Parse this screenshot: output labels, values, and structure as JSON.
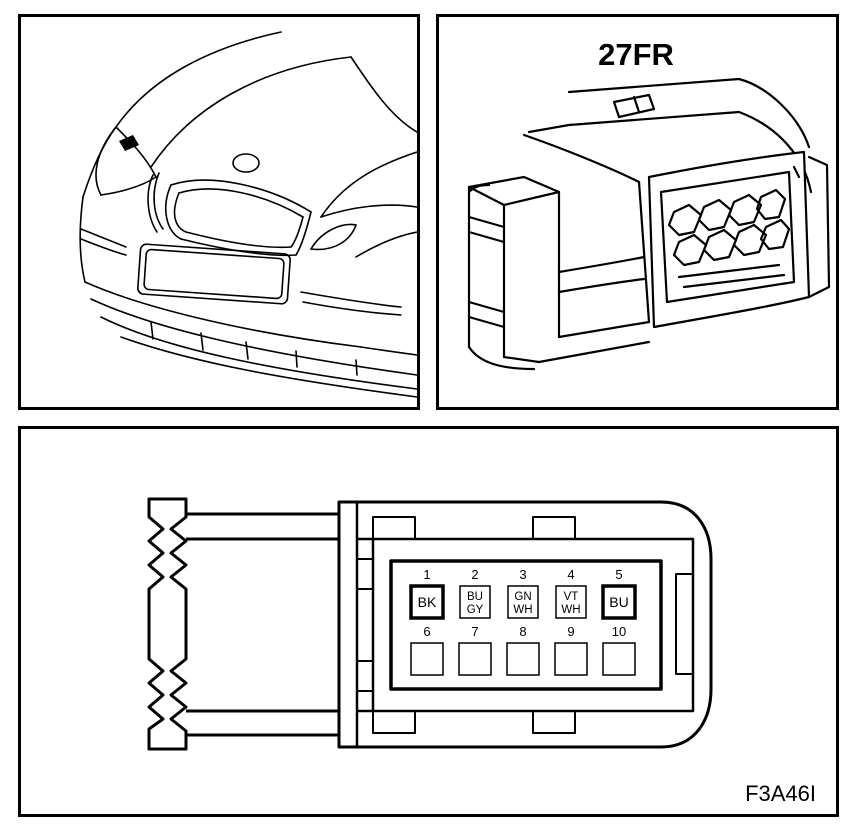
{
  "connector": {
    "id": "27FR"
  },
  "figure_code": "F3A46I",
  "pins": {
    "top_row": [
      {
        "number": "1",
        "code": "BK",
        "highlighted": true
      },
      {
        "number": "2",
        "code": "BU\nGY",
        "highlighted": false
      },
      {
        "number": "3",
        "code": "GN\nWH",
        "highlighted": false
      },
      {
        "number": "4",
        "code": "VT\nWH",
        "highlighted": false
      },
      {
        "number": "5",
        "code": "BU",
        "highlighted": true
      }
    ],
    "bottom_row": [
      {
        "number": "6",
        "code": ""
      },
      {
        "number": "7",
        "code": ""
      },
      {
        "number": "8",
        "code": ""
      },
      {
        "number": "9",
        "code": ""
      },
      {
        "number": "10",
        "code": ""
      }
    ]
  },
  "colors": {
    "ink": "#000000",
    "paper": "#ffffff"
  }
}
